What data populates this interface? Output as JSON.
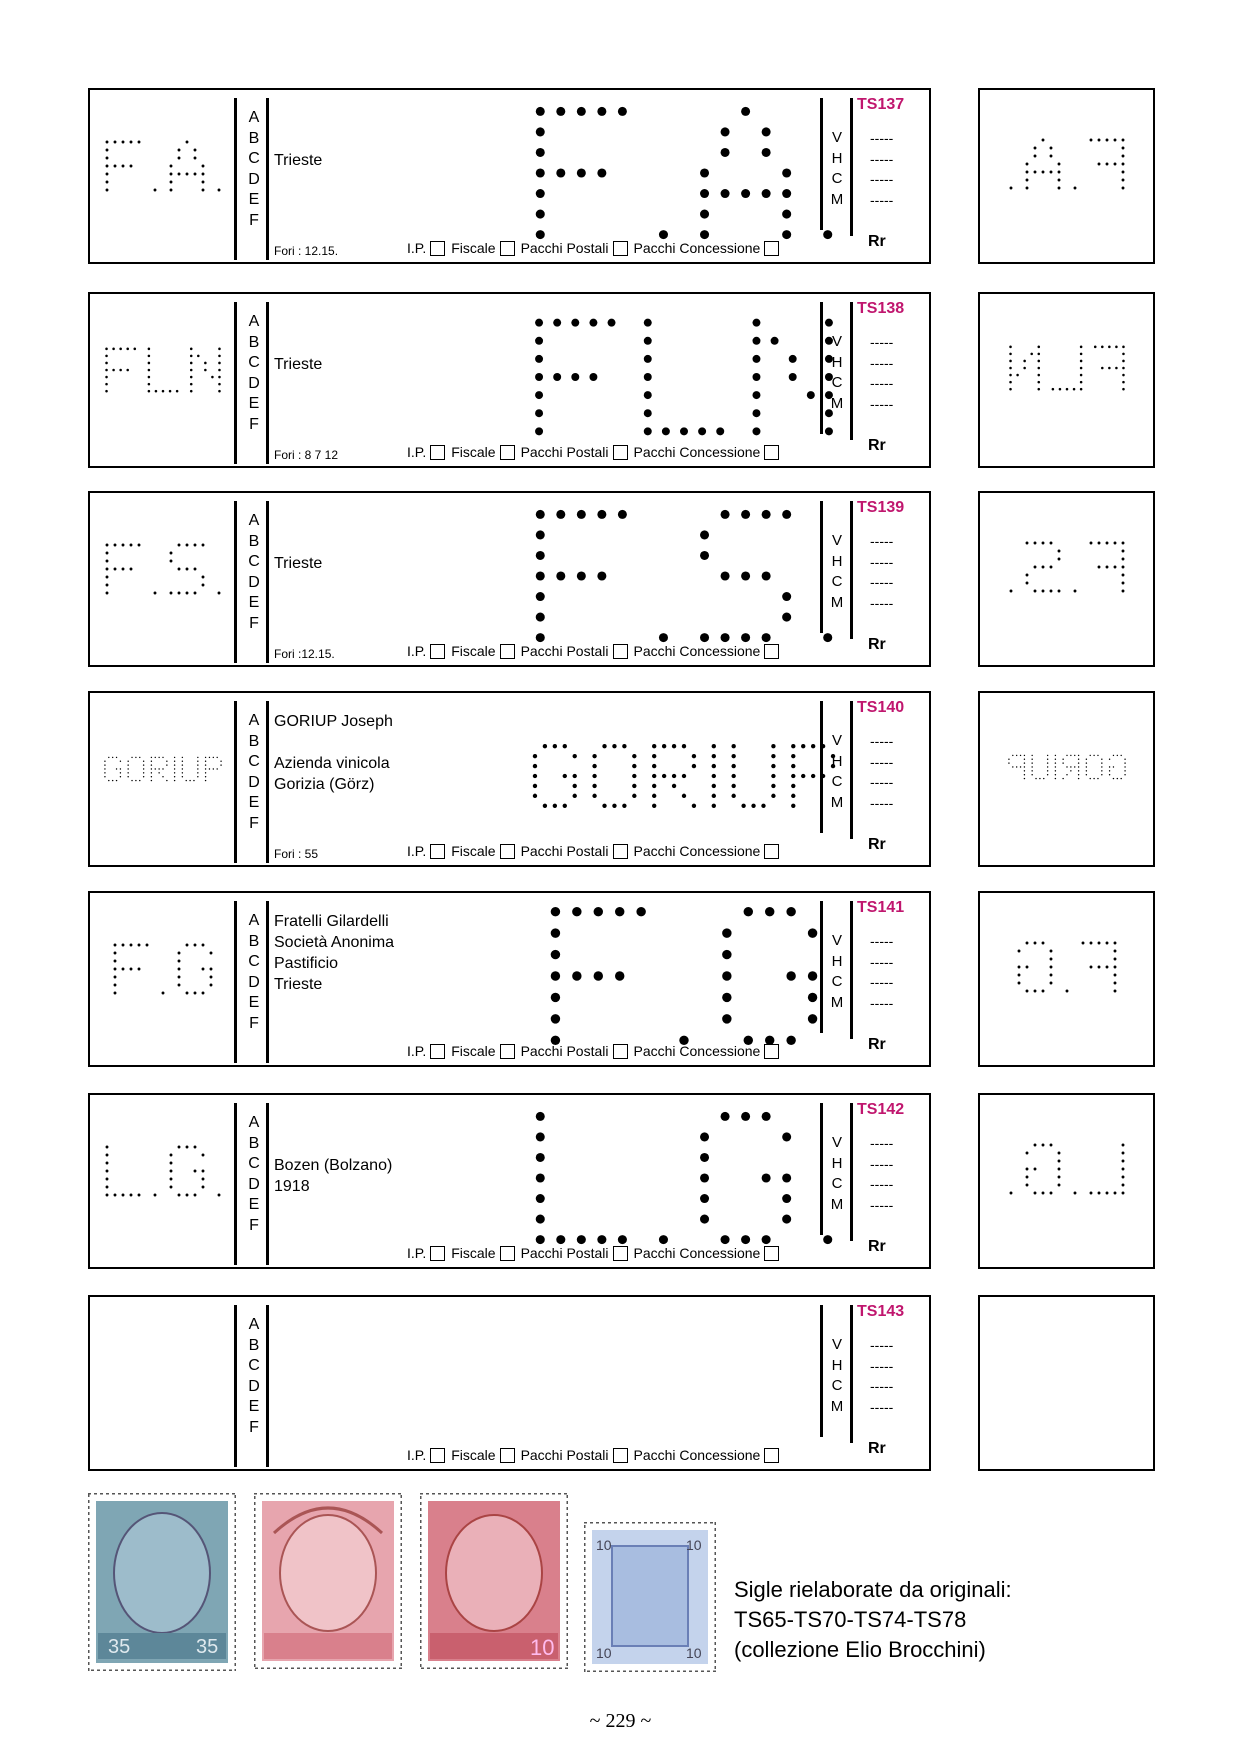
{
  "labels": {
    "letters": [
      "A",
      "B",
      "C",
      "D",
      "E",
      "F"
    ],
    "vhcm": [
      "V",
      "H",
      "C",
      "M"
    ],
    "dash": "-----",
    "rr": "Rr",
    "checkboxes": [
      "I.P.",
      "Fiscale",
      "Pacchi Postali",
      "Pacchi Concessione"
    ]
  },
  "cards": [
    {
      "code": "TS137",
      "initials": "F.A.",
      "desc_line_1": "",
      "desc_line_2": "",
      "desc_line_3": "Trieste",
      "desc_line_4": "",
      "fori": "Fori : 12.15."
    },
    {
      "code": "TS138",
      "initials": "FLN",
      "desc_line_1": "",
      "desc_line_2": "",
      "desc_line_3": "Trieste",
      "desc_line_4": "",
      "fori": "Fori : 8 7 12"
    },
    {
      "code": "TS139",
      "initials": "F.S.",
      "desc_line_1": "",
      "desc_line_2": "",
      "desc_line_3": "Trieste",
      "desc_line_4": "",
      "fori": "Fori :12.15."
    },
    {
      "code": "TS140",
      "initials": "GORIUP",
      "desc_line_1": "GORIUP Joseph",
      "desc_line_2": "",
      "desc_line_3": "Azienda vinicola",
      "desc_line_4": "Gorizia (Görz)",
      "fori": "Fori : 55"
    },
    {
      "code": "TS141",
      "initials": "F.G",
      "desc_line_1": "Fratelli Gilardelli",
      "desc_line_2": "Società Anonima",
      "desc_line_3": "Pastificio",
      "desc_line_4": "Trieste",
      "fori": ""
    },
    {
      "code": "TS142",
      "initials": "L.G.",
      "desc_line_1": "",
      "desc_line_2": "",
      "desc_line_3": "Bozen (Bolzano)",
      "desc_line_4": "1918",
      "fori": ""
    },
    {
      "code": "TS143",
      "initials": "",
      "desc_line_1": "",
      "desc_line_2": "",
      "desc_line_3": "",
      "desc_line_4": "",
      "fori": ""
    }
  ],
  "caption": {
    "line_1": "Sigle rielaborate da originali:",
    "line_2": "TS65-TS70-TS74-TS78",
    "line_3": "(collezione Elio Brocchini)"
  },
  "page_number": "~ 229 ~",
  "colors": {
    "code": "#c0166e",
    "stamp_blue": "#7fa6b4",
    "stamp_red": "#d9808c",
    "stamp_blue2": "#a8bde0"
  }
}
